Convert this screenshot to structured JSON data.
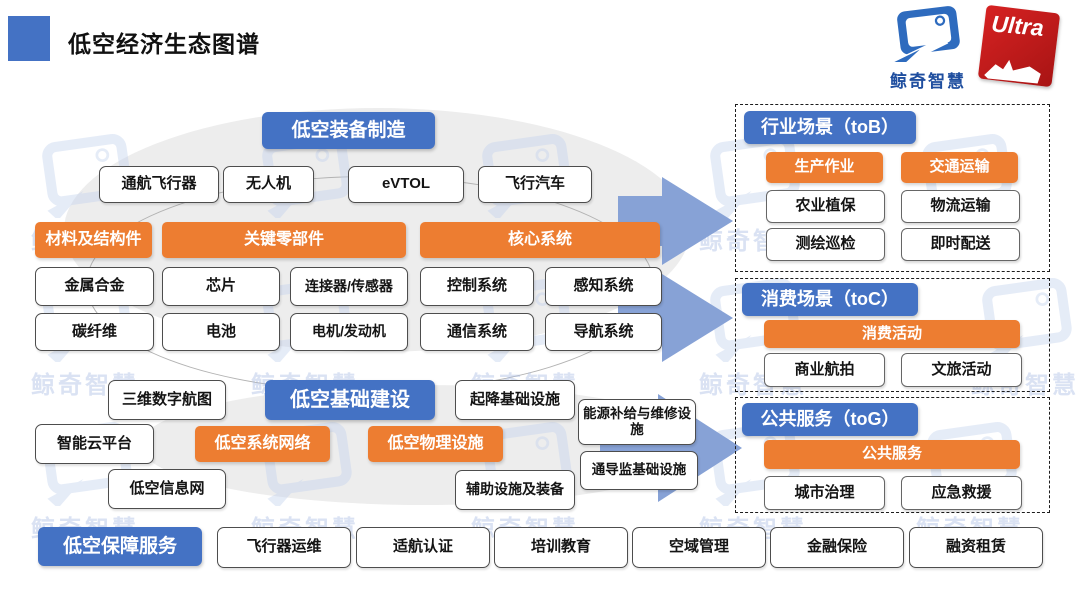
{
  "page": {
    "title": "低空经济生态图谱"
  },
  "brand": {
    "name": "鲸奇智慧",
    "ultra": "Ultra"
  },
  "watermark": {
    "text": "鲸奇智慧"
  },
  "icons": {
    "brand_logo": "tilted-screen-whale-logo",
    "ultra_badge": "red-rhino-badge",
    "watermark_logo": "tilted-screen-outline",
    "flow_arrow": "right-arrow"
  },
  "colors": {
    "blue": "#4472C4",
    "orange": "#ED7D31",
    "arrow_blue": "#87A2D6",
    "watermark_blue": "#C3D2EE",
    "ultra_red": "#C92020"
  },
  "manufacturing": {
    "title": "低空装备制造",
    "vehicles": [
      "通航飞行器",
      "无人机",
      "eVTOL",
      "飞行汽车"
    ],
    "materials": {
      "header": "材料及结构件",
      "items": [
        "金属合金",
        "碳纤维"
      ]
    },
    "components": {
      "header": "关键零部件",
      "items": [
        "芯片",
        "连接器/传感器",
        "电池",
        "电机/发动机"
      ]
    },
    "systems": {
      "header": "核心系统",
      "items": [
        "控制系统",
        "感知系统",
        "通信系统",
        "导航系统"
      ]
    }
  },
  "infrastructure": {
    "title": "低空基础建设",
    "network_header": "低空系统网络",
    "physical_header": "低空物理设施",
    "items_left": [
      "三维数字航图",
      "智能云平台",
      "低空信息网"
    ],
    "items_right": [
      "起降基础设施",
      "能源补给与维修设施",
      "通导监基础设施",
      "辅助设施及装备"
    ]
  },
  "services": {
    "title": "低空保障服务",
    "items": [
      "飞行器运维",
      "适航认证",
      "培训教育",
      "空域管理",
      "金融保险",
      "融资租赁"
    ]
  },
  "scenario_tob": {
    "title": "行业场景（toB）",
    "col1": {
      "header": "生产作业",
      "items": [
        "农业植保",
        "测绘巡检"
      ]
    },
    "col2": {
      "header": "交通运输",
      "items": [
        "物流运输",
        "即时配送"
      ]
    }
  },
  "scenario_toc": {
    "title": "消费场景（toC）",
    "banner": "消费活动",
    "items": [
      "商业航拍",
      "文旅活动"
    ]
  },
  "scenario_tog": {
    "title": "公共服务（toG）",
    "banner": "公共服务",
    "items": [
      "城市治理",
      "应急救援"
    ]
  }
}
